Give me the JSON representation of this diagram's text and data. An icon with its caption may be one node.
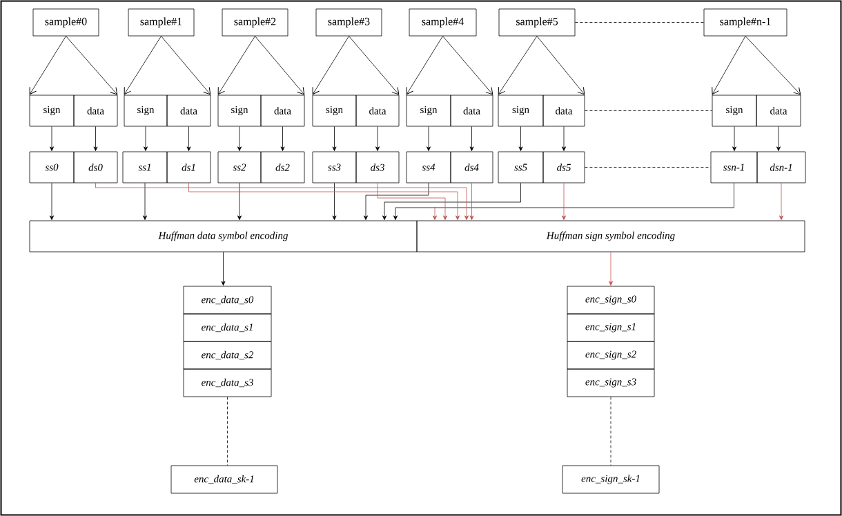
{
  "diagram": {
    "nodes": [
      {
        "text": [
          "sample#0"
        ]
      },
      {
        "text": [
          "sample#1"
        ]
      },
      {
        "text": [
          "sample#2"
        ]
      },
      {
        "text": [
          "sample#3"
        ]
      },
      {
        "text": [
          "sample#4"
        ]
      },
      {
        "text": [
          "sample#5"
        ]
      },
      {
        "text": [
          "sample#n-1"
        ]
      },
      {
        "text": [
          "sign"
        ]
      },
      {
        "text": [
          "data"
        ]
      },
      {
        "text": [
          "sign"
        ]
      },
      {
        "text": [
          "data"
        ]
      },
      {
        "text": [
          "sign"
        ]
      },
      {
        "text": [
          "data"
        ]
      },
      {
        "text": [
          "sign"
        ]
      },
      {
        "text": [
          "data"
        ]
      },
      {
        "text": [
          "sign"
        ]
      },
      {
        "text": [
          "data"
        ]
      },
      {
        "text": [
          "sign"
        ]
      },
      {
        "text": [
          "data"
        ]
      },
      {
        "text": [
          "sign"
        ]
      },
      {
        "text": [
          "data"
        ]
      },
      {
        "text": [
          "ss0"
        ]
      },
      {
        "text": [
          "ds0"
        ]
      },
      {
        "text": [
          "ss1"
        ]
      },
      {
        "text": [
          "ds1"
        ]
      },
      {
        "text": [
          "ss2"
        ]
      },
      {
        "text": [
          "ds2"
        ]
      },
      {
        "text": [
          "ss3"
        ]
      },
      {
        "text": [
          "ds3"
        ]
      },
      {
        "text": [
          "ss4"
        ]
      },
      {
        "text": [
          "ds4"
        ]
      },
      {
        "text": [
          "ss5"
        ]
      },
      {
        "text": [
          "ds5"
        ]
      },
      {
        "text": [
          "ssn-1"
        ]
      },
      {
        "text": [
          "dsn-1"
        ]
      },
      {
        "text": [
          "Huffman data symbol encoding"
        ]
      },
      {
        "text": [
          "Huffman sign symbol encoding"
        ]
      },
      {
        "text": [
          "enc_data_s0"
        ]
      },
      {
        "text": [
          "enc_data_s1"
        ]
      },
      {
        "text": [
          "enc_data_s2"
        ]
      },
      {
        "text": [
          "enc_data_s3"
        ]
      },
      {
        "text": [
          "enc_data_sk-1"
        ]
      },
      {
        "text": [
          "enc_sign_s0"
        ]
      },
      {
        "text": [
          "enc_sign_s1"
        ]
      },
      {
        "text": [
          "enc_sign_s2"
        ]
      },
      {
        "text": [
          "enc_sign_s3"
        ]
      },
      {
        "text": [
          "enc_sign_sk-1"
        ]
      }
    ],
    "edges": [
      {
        "from": 0,
        "to": 7,
        "arrow": "to"
      },
      {
        "from": 0,
        "to": 8,
        "arrow": "to"
      },
      {
        "from": 1,
        "to": 9,
        "arrow": "to"
      },
      {
        "from": 1,
        "to": 10,
        "arrow": "to"
      },
      {
        "from": 2,
        "to": 11,
        "arrow": "to"
      },
      {
        "from": 2,
        "to": 12,
        "arrow": "to"
      },
      {
        "from": 3,
        "to": 13,
        "arrow": "to"
      },
      {
        "from": 3,
        "to": 14,
        "arrow": "to"
      },
      {
        "from": 4,
        "to": 15,
        "arrow": "to"
      },
      {
        "from": 4,
        "to": 16,
        "arrow": "to"
      },
      {
        "from": 5,
        "to": 17,
        "arrow": "to"
      },
      {
        "from": 5,
        "to": 18,
        "arrow": "to"
      },
      {
        "from": 6,
        "to": 19,
        "arrow": "to"
      },
      {
        "from": 6,
        "to": 20,
        "arrow": "to"
      },
      {
        "from": 7,
        "to": 21,
        "arrow": "to"
      },
      {
        "from": 8,
        "to": 22,
        "arrow": "to"
      },
      {
        "from": 9,
        "to": 23,
        "arrow": "to"
      },
      {
        "from": 10,
        "to": 24,
        "arrow": "to"
      },
      {
        "from": 11,
        "to": 25,
        "arrow": "to"
      },
      {
        "from": 12,
        "to": 26,
        "arrow": "to"
      },
      {
        "from": 13,
        "to": 27,
        "arrow": "to"
      },
      {
        "from": 14,
        "to": 28,
        "arrow": "to"
      },
      {
        "from": 15,
        "to": 29,
        "arrow": "to"
      },
      {
        "from": 16,
        "to": 30,
        "arrow": "to"
      },
      {
        "from": 17,
        "to": 31,
        "arrow": "to"
      },
      {
        "from": 18,
        "to": 32,
        "arrow": "to"
      },
      {
        "from": 19,
        "to": 33,
        "arrow": "to"
      },
      {
        "from": 20,
        "to": 34,
        "arrow": "to"
      },
      {
        "from": 5,
        "to": 6,
        "arrow": "none",
        "style": "dashed"
      },
      {
        "from": 18,
        "to": 19,
        "arrow": "none",
        "style": "dashed"
      },
      {
        "from": 32,
        "to": 33,
        "arrow": "none",
        "style": "dashed"
      },
      {
        "from": 21,
        "to": 35,
        "arrow": "to"
      },
      {
        "from": 23,
        "to": 35,
        "arrow": "to"
      },
      {
        "from": 25,
        "to": 35,
        "arrow": "to"
      },
      {
        "from": 27,
        "to": 35,
        "arrow": "to"
      },
      {
        "from": 29,
        "to": 35,
        "arrow": "to"
      },
      {
        "from": 31,
        "to": 35,
        "arrow": "to"
      },
      {
        "from": 33,
        "to": 35,
        "arrow": "to"
      },
      {
        "from": 22,
        "to": 36,
        "arrow": "to",
        "color": "#c0504d"
      },
      {
        "from": 24,
        "to": 36,
        "arrow": "to",
        "color": "#c0504d"
      },
      {
        "from": null,
        "to": 36,
        "arrow": "to",
        "color": "#c0504d"
      },
      {
        "from": 28,
        "to": 36,
        "arrow": "to",
        "color": "#c0504d"
      },
      {
        "from": 30,
        "to": 36,
        "arrow": "to",
        "color": "#c0504d"
      },
      {
        "from": 32,
        "to": 36,
        "arrow": "to",
        "color": "#c0504d"
      },
      {
        "from": 34,
        "to": 36,
        "arrow": "to",
        "color": "#c0504d"
      },
      {
        "from": 35,
        "to": 37,
        "arrow": "to"
      },
      {
        "from": 36,
        "to": 42,
        "arrow": "to",
        "color": "#c0504d"
      },
      {
        "from": 40,
        "to": 41,
        "arrow": "none",
        "style": "dashed"
      },
      {
        "from": 45,
        "to": 46,
        "arrow": "none",
        "style": "dashed"
      }
    ]
  }
}
